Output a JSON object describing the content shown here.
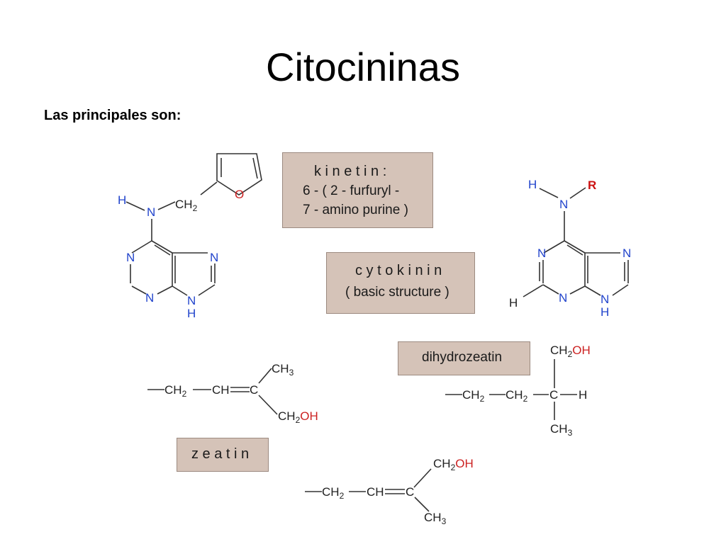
{
  "slide": {
    "title": "Citocininas",
    "subtitle": "Las principales son:"
  },
  "labels": {
    "kinetin": {
      "line1": "k i n e t i n :",
      "line2": "6 - ( 2 - furfuryl -",
      "line3": "7 - amino purine )"
    },
    "cytokinin": {
      "line1": "c y t o k i n i n",
      "line2": "( basic structure )"
    },
    "dihydrozeatin": "dihydrozeatin",
    "zeatin": "z e a t i n"
  },
  "atoms": {
    "H": "H",
    "N": "N",
    "O": "O",
    "R": "R",
    "C": "C",
    "CH": "CH",
    "CH2": "CH",
    "CH3": "CH",
    "sub2": "2",
    "sub3": "3",
    "OH": "OH",
    "bond": "—"
  },
  "colors": {
    "box_fill": "#d5c3b8",
    "nitrogen": "#2244cc",
    "oxygen": "#cc2222",
    "r_group": "#cc1111"
  }
}
